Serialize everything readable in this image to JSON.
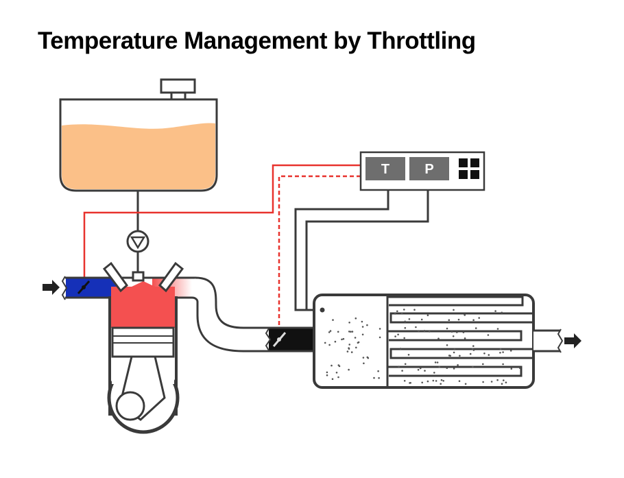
{
  "title": "Temperature Management by Throttling",
  "controller": {
    "temperature_label": "T",
    "pressure_label": "P"
  },
  "colors": {
    "fuel": "#fbc088",
    "cylinder": "#f45050",
    "intake": "#1530b8",
    "signal": "#e8322d",
    "outline": "#3a3a3a",
    "panel": "#6e6e6e"
  },
  "icons": [
    "inlet-arrow-icon",
    "outlet-arrow-icon",
    "pump-icon",
    "intake-throttle-icon",
    "exhaust-throttle-icon"
  ]
}
